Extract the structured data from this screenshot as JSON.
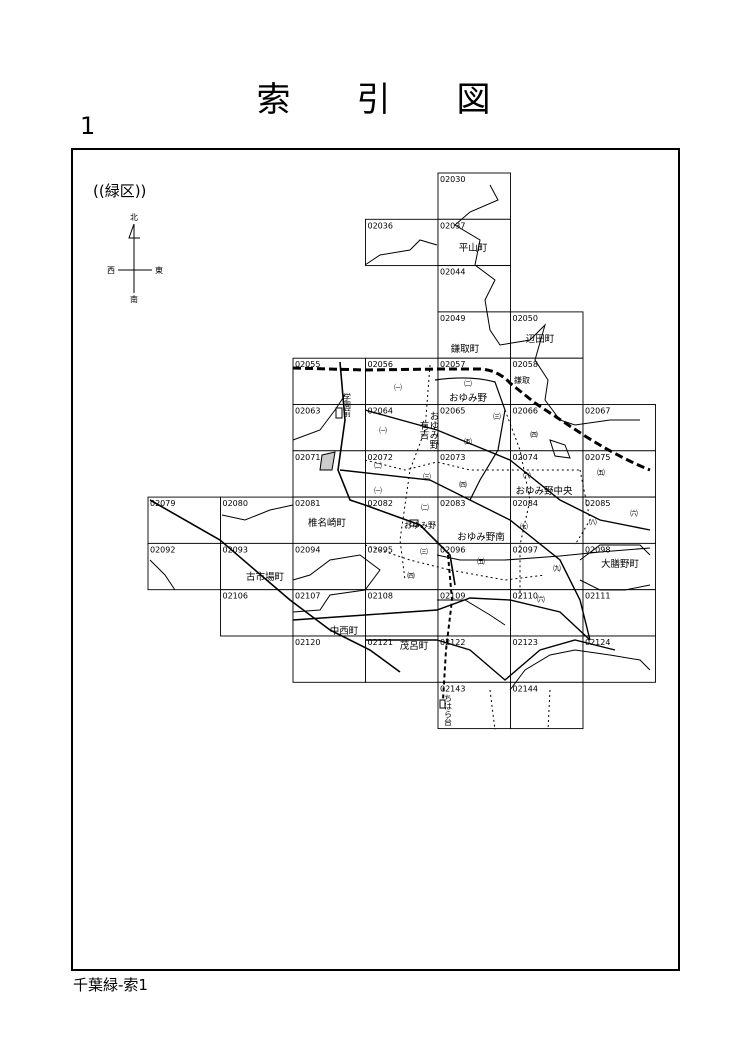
{
  "header": {
    "title_chars": [
      "索",
      "引",
      "図"
    ],
    "page_number": "1"
  },
  "ward": "((緑区))",
  "compass": {
    "north": "北",
    "south": "南",
    "east": "東",
    "west": "西"
  },
  "footer": "千葉緑-索1",
  "grid": [
    {
      "code": "02030"
    },
    {
      "code": "02036"
    },
    {
      "code": "02037"
    },
    {
      "code": "02044"
    },
    {
      "code": "02049"
    },
    {
      "code": "02050"
    },
    {
      "code": "02055"
    },
    {
      "code": "02056"
    },
    {
      "code": "02057"
    },
    {
      "code": "02058"
    },
    {
      "code": "02063"
    },
    {
      "code": "02064"
    },
    {
      "code": "02065"
    },
    {
      "code": "02066"
    },
    {
      "code": "02067"
    },
    {
      "code": "02071"
    },
    {
      "code": "02072"
    },
    {
      "code": "02073"
    },
    {
      "code": "02074"
    },
    {
      "code": "02075"
    },
    {
      "code": "02079"
    },
    {
      "code": "02080"
    },
    {
      "code": "02081"
    },
    {
      "code": "02082"
    },
    {
      "code": "02083"
    },
    {
      "code": "02084"
    },
    {
      "code": "02085"
    },
    {
      "code": "02092"
    },
    {
      "code": "02093"
    },
    {
      "code": "02094"
    },
    {
      "code": "02095"
    },
    {
      "code": "02096"
    },
    {
      "code": "02097"
    },
    {
      "code": "02098"
    },
    {
      "code": "02106"
    },
    {
      "code": "02107"
    },
    {
      "code": "02108"
    },
    {
      "code": "02109"
    },
    {
      "code": "02110"
    },
    {
      "code": "02111"
    },
    {
      "code": "02120"
    },
    {
      "code": "02121"
    },
    {
      "code": "02122"
    },
    {
      "code": "02123"
    },
    {
      "code": "02124"
    },
    {
      "code": "02143"
    },
    {
      "code": "02144"
    }
  ],
  "town_names": [
    {
      "text": "平山町"
    },
    {
      "text": "鎌取町"
    },
    {
      "text": "辺田町"
    },
    {
      "text": "おゆみ野"
    },
    {
      "text": "椎名崎町"
    },
    {
      "text": "おゆみ野中央"
    },
    {
      "text": "おゆみ野南"
    },
    {
      "text": "古市場町"
    },
    {
      "text": "大膳野町"
    },
    {
      "text": "中西町"
    },
    {
      "text": "茂呂町"
    },
    {
      "text": "おゆみ野"
    },
    {
      "text": "有吉"
    }
  ],
  "district_marks": [
    {
      "text": "㈠"
    },
    {
      "text": "㈡"
    },
    {
      "text": "㈢"
    },
    {
      "text": "㈠"
    },
    {
      "text": "㈤"
    },
    {
      "text": "㈣"
    },
    {
      "text": "㈡"
    },
    {
      "text": "㈢"
    },
    {
      "text": "㈥"
    },
    {
      "text": "㈤"
    },
    {
      "text": "㈠"
    },
    {
      "text": "㈣"
    },
    {
      "text": "㈡"
    },
    {
      "text": "㈦"
    },
    {
      "text": "㈧"
    },
    {
      "text": "㈥"
    },
    {
      "text": "㈢"
    },
    {
      "text": "㈤"
    },
    {
      "text": "㈨"
    },
    {
      "text": "㈣"
    },
    {
      "text": "㈥"
    }
  ],
  "map_labels": [
    {
      "text": "鎌取"
    },
    {
      "text": "学園前"
    },
    {
      "text": "おゆみ野"
    },
    {
      "text": "ちはら台"
    }
  ]
}
